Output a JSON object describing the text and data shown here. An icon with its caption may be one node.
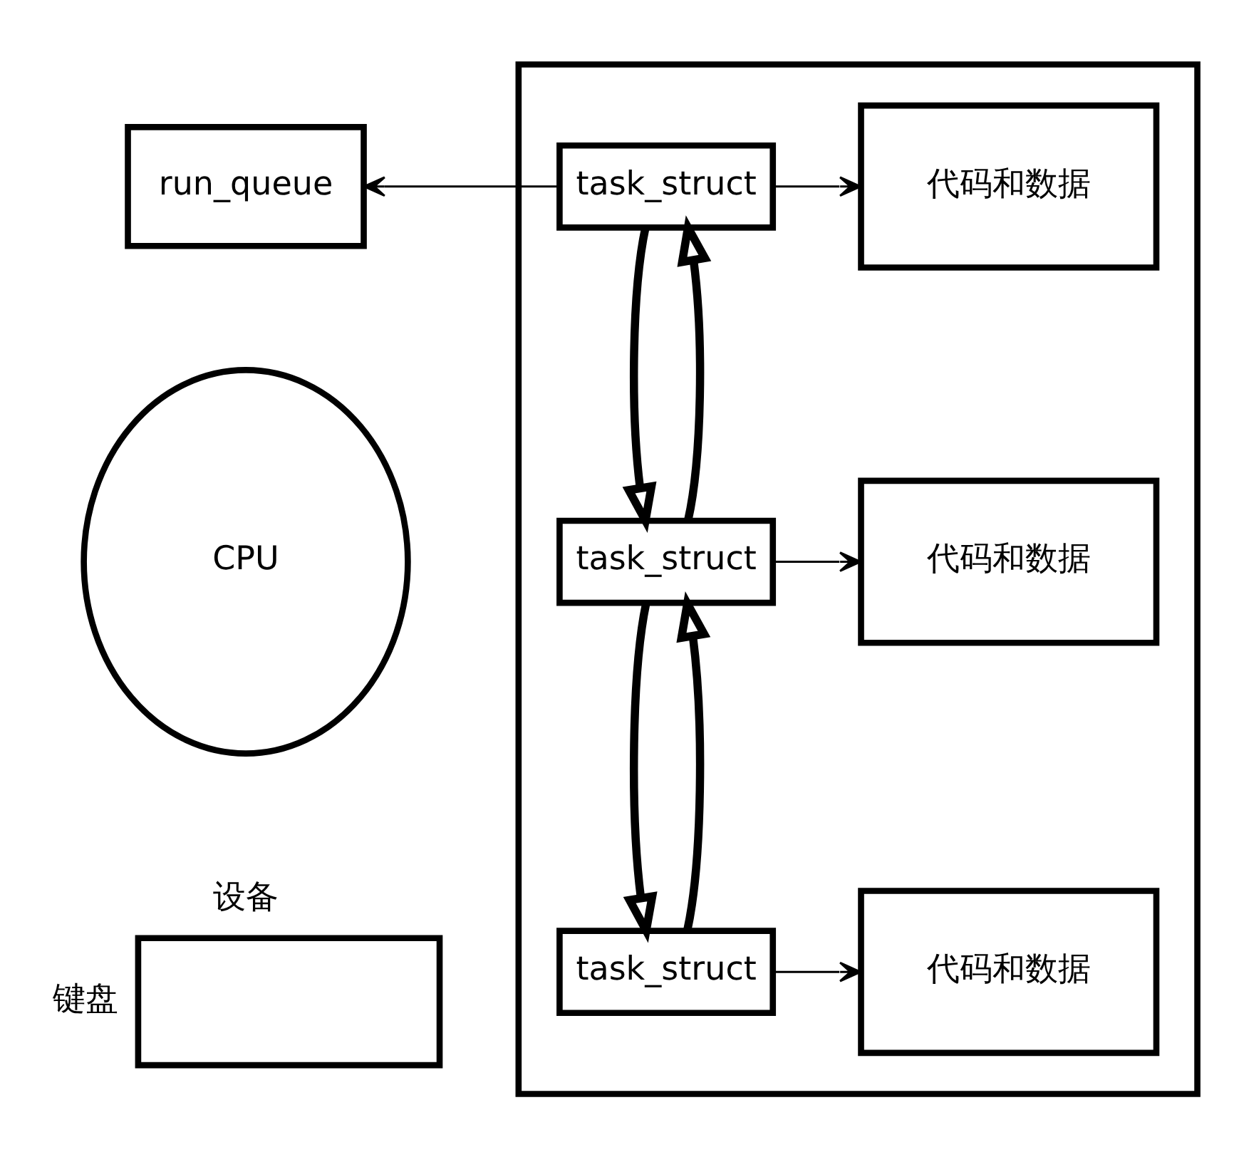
{
  "diagram": {
    "nodes": [
      {
        "text": [
          "run_queue"
        ]
      },
      {
        "text": [
          "CPU"
        ]
      },
      {
        "text": [],
        "shape": "box"
      },
      {
        "text": [
          "task_struct"
        ],
        "in": 2
      },
      {
        "text": [
          "代码和数据"
        ],
        "in": 2
      },
      {
        "text": [
          "task_struct"
        ],
        "in": 2
      },
      {
        "text": [
          "代码和数据"
        ],
        "in": 2
      },
      {
        "text": [
          "task_struct"
        ],
        "in": 2
      },
      {
        "text": [
          "代码和数据"
        ],
        "in": 2
      },
      {
        "text": [
          "设备"
        ],
        "beside": [
          "键盘"
        ]
      }
    ],
    "edges": [
      {
        "from": 3,
        "to": 0,
        "arrow": "to"
      },
      {
        "from": 3,
        "to": 4,
        "arrow": "to"
      },
      {
        "from": 3,
        "to": 5,
        "arrow": "to",
        "style": "thick"
      },
      {
        "from": 5,
        "to": 3,
        "arrow": "to",
        "style": "thick"
      },
      {
        "from": 5,
        "to": 6,
        "arrow": "to"
      },
      {
        "from": 5,
        "to": 7,
        "arrow": "to",
        "style": "thick"
      },
      {
        "from": 7,
        "to": 5,
        "arrow": "to",
        "style": "thick"
      },
      {
        "from": 7,
        "to": 8,
        "arrow": "to"
      }
    ]
  }
}
